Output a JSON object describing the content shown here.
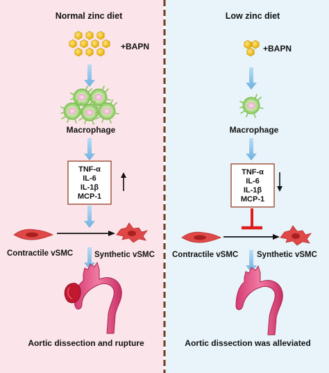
{
  "colors": {
    "left_panel_bg": "#fbe4ea",
    "right_panel_bg": "#e8f4f9",
    "divider": "#6e3a24",
    "arrow_blue": "#8fc3ea",
    "zinc_dot": "#f3c21a",
    "macrophage_green": "#a6d87a",
    "cytokine_box_border": "#9c4a32",
    "smc_red": "#e04848",
    "aorta_pink": "#e8588a",
    "inhibit_red": "#e01b1b"
  },
  "left": {
    "title": "Normal zinc diet",
    "bapn": "+BAPN",
    "macrophage": "Macrophage",
    "cytokines": [
      "TNF-α",
      "IL-6",
      "IL-1β",
      "MCP-1"
    ],
    "trend": "up",
    "contractile": "Contractile vSMC",
    "synthetic": "Synthetic vSMC",
    "outcome": "Aortic dissection and rupture"
  },
  "right": {
    "title": "Low zinc diet",
    "bapn": "+BAPN",
    "macrophage": "Macrophage",
    "cytokines": [
      "TNF-α",
      "IL-6",
      "IL-1β",
      "MCP-1"
    ],
    "trend": "down",
    "contractile": "Contractile vSMC",
    "synthetic": "Synthetic vSMC",
    "outcome": "Aortic dissection was alleviated"
  }
}
